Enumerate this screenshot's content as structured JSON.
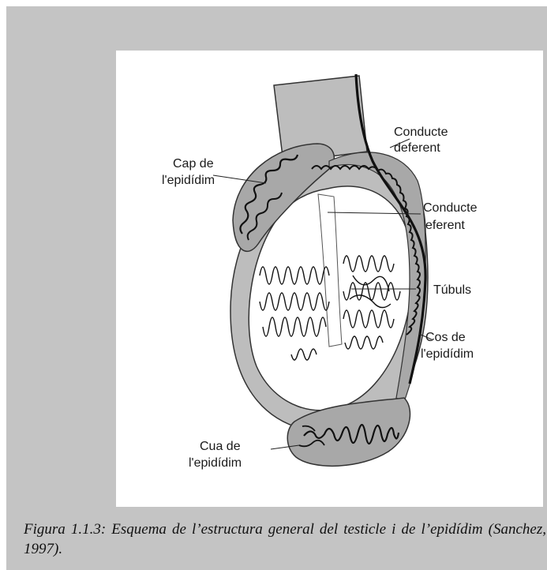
{
  "figure": {
    "labels": {
      "conducte_deferent": [
        "Conducte",
        "deferent"
      ],
      "cap_epididim": [
        "Cap de",
        "l'epidídim"
      ],
      "conducte_eferent": [
        "Conducte",
        "eferent"
      ],
      "tubuls": [
        "Túbuls"
      ],
      "cos_epididim": [
        "Cos de",
        "l'epidídim"
      ],
      "cua_epididim": [
        "Cua de",
        "l'epidídim"
      ]
    },
    "colors": {
      "panel": "#c4c4c4",
      "tissue": "#bdbdbd",
      "epididymis": "#a8a8a8",
      "line": "#111111"
    }
  },
  "caption": "Figura 1.1.3: Esquema de l’estructura general del testicle i de l’epidídim (Sanchez, 1997)."
}
